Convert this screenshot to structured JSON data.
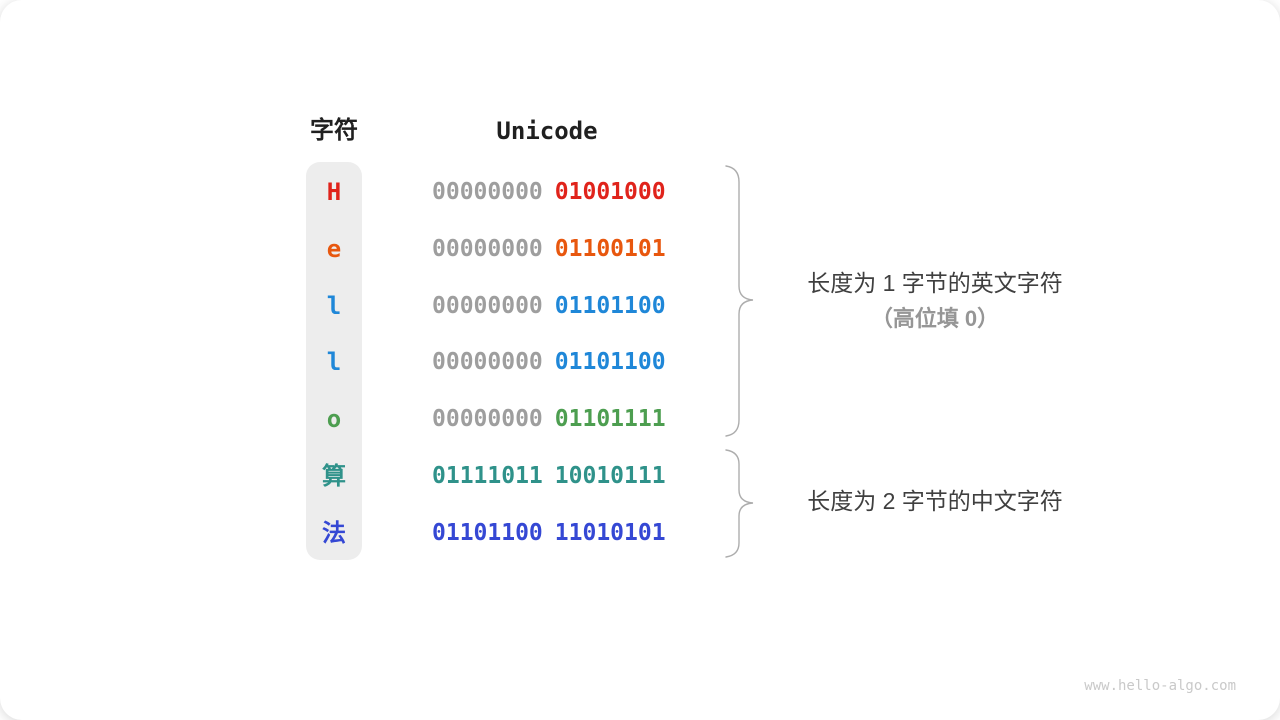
{
  "colors": {
    "red": "#e0231b",
    "orange": "#e8570e",
    "blue": "#1f87d8",
    "green": "#4d9e50",
    "teal": "#2f928a",
    "indigo": "#3548d4",
    "gray_zeros": "#9e9e9e",
    "column_background": "#ededed",
    "brace": "#adadad",
    "header_text": "#202020",
    "annotation_text": "#3f3f3f",
    "annotation_sub_text": "#969696"
  },
  "table": {
    "headers": {
      "char": "字符",
      "unicode": "Unicode"
    },
    "rows": [
      {
        "char": "H",
        "byte1": "00000000",
        "byte2": "01001000",
        "char_color": "#e0231b",
        "byte1_color": "#9e9e9e",
        "byte2_color": "#e0231b"
      },
      {
        "char": "e",
        "byte1": "00000000",
        "byte2": "01100101",
        "char_color": "#e8570e",
        "byte1_color": "#9e9e9e",
        "byte2_color": "#e8570e"
      },
      {
        "char": "l",
        "byte1": "00000000",
        "byte2": "01101100",
        "char_color": "#1f87d8",
        "byte1_color": "#9e9e9e",
        "byte2_color": "#1f87d8"
      },
      {
        "char": "l",
        "byte1": "00000000",
        "byte2": "01101100",
        "char_color": "#1f87d8",
        "byte1_color": "#9e9e9e",
        "byte2_color": "#1f87d8"
      },
      {
        "char": "o",
        "byte1": "00000000",
        "byte2": "01101111",
        "char_color": "#4d9e50",
        "byte1_color": "#9e9e9e",
        "byte2_color": "#4d9e50"
      },
      {
        "char": "算",
        "byte1": "01111011",
        "byte2": "10010111",
        "char_color": "#2f928a",
        "byte1_color": "#2f928a",
        "byte2_color": "#2f928a"
      },
      {
        "char": "法",
        "byte1": "01101100",
        "byte2": "11010101",
        "char_color": "#3548d4",
        "byte1_color": "#3548d4",
        "byte2_color": "#3548d4"
      }
    ]
  },
  "annotations": {
    "english_group": {
      "line1": "长度为 1 字节的英文字符",
      "line2": "（高位填 0）"
    },
    "chinese_group": {
      "line1": "长度为 2 字节的中文字符"
    }
  },
  "watermark": "www.hello-algo.com"
}
